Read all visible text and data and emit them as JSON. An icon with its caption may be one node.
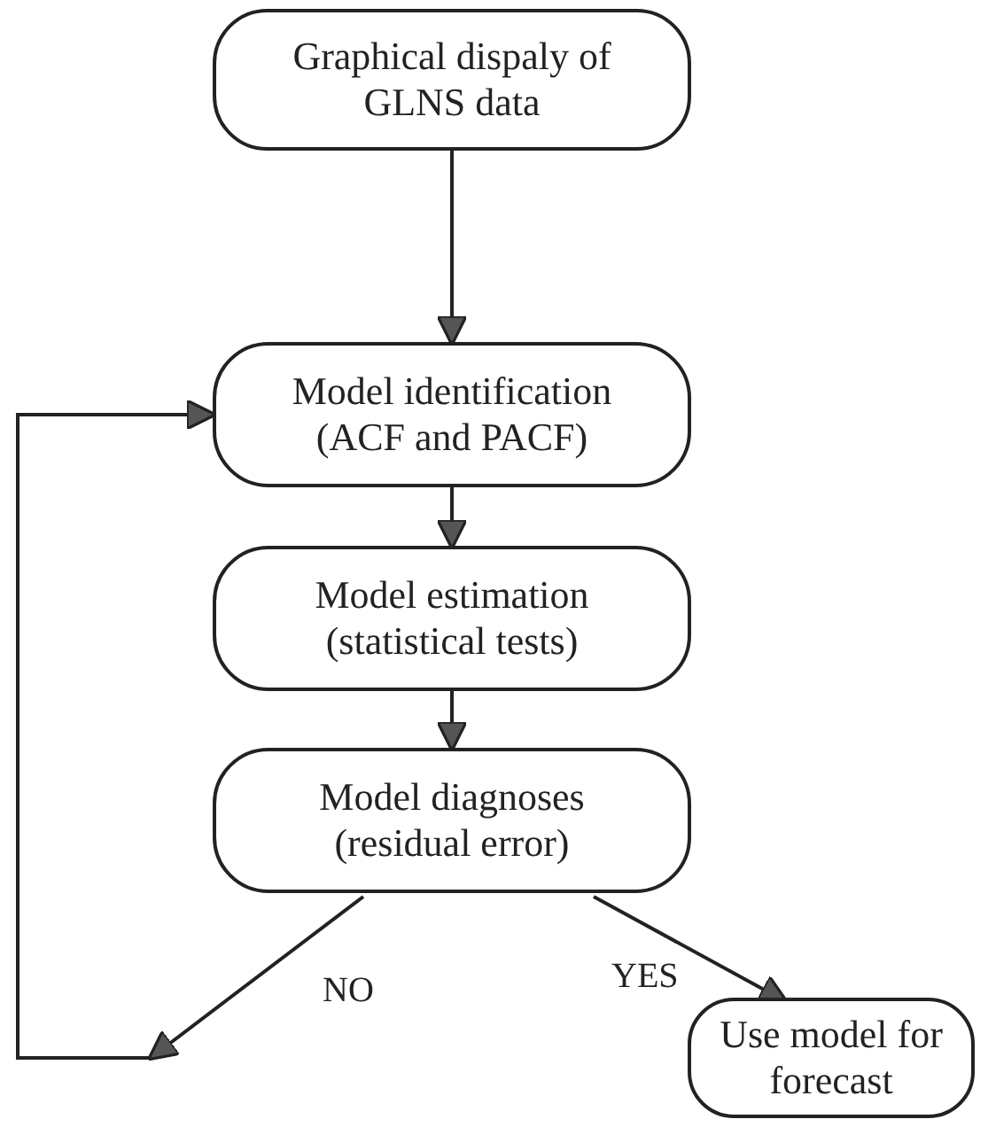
{
  "diagram": {
    "nodes": [
      {
        "text": [
          "Graphical dispaly of GLNS data"
        ]
      },
      {
        "text": [
          "Model identification (ACF and PACF)"
        ]
      },
      {
        "text": [
          "Model estimation (statistical tests)"
        ]
      },
      {
        "text": [
          "Model diagnoses (residual error)"
        ]
      },
      {
        "text": [
          "Use model for forecast"
        ]
      }
    ],
    "edges": [
      {
        "from": 0,
        "to": 1,
        "arrow": "to"
      },
      {
        "from": 1,
        "to": 2,
        "arrow": "to"
      },
      {
        "from": 2,
        "to": 3,
        "arrow": "to"
      },
      {
        "from": 3,
        "to": 1,
        "arrow": "to",
        "label": "NO"
      },
      {
        "from": 3,
        "to": 4,
        "arrow": "to",
        "label": "YES"
      }
    ]
  }
}
